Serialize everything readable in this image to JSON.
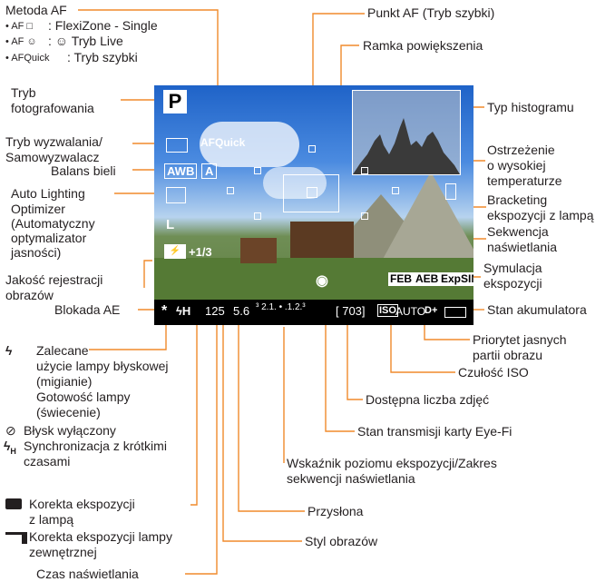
{
  "labels": {
    "metoda_af": "Metoda AF",
    "af_single_icon": "AF □",
    "af_single": ": FlexiZone - Single",
    "af_live_icon": "AF ☺",
    "af_live": ": ☺ Tryb Live",
    "af_quick_icon": "AFQuick",
    "af_quick": ": Tryb szybki",
    "punkt_af": "Punkt AF (Tryb szybki)",
    "ramka": "Ramka powiększenia",
    "tryb_fot_1": "Tryb",
    "tryb_fot_2": "fotografowania",
    "typ_hist": "Typ histogramu",
    "tryb_wyzw_1": "Tryb wyzwalania/",
    "tryb_wyzw_2": "Samowyzwalacz",
    "balans": "Balans bieli",
    "ostrz_1": "Ostrzeżenie",
    "ostrz_2": "o wysokiej",
    "ostrz_3": "temperaturze",
    "auto_1": "Auto Lighting",
    "auto_2": "Optimizer",
    "auto_3": "(Automatyczny",
    "auto_4": "optymalizator",
    "auto_5": "jasności)",
    "bracket_1": "Bracketing",
    "bracket_2": "ekspozycji z lampą",
    "sekw_1": "Sekwencja",
    "sekw_2": "naświetlania",
    "symul_1": "Symulacja",
    "symul_2": "ekspozycji",
    "jakosc_1": "Jakość rejestracji",
    "jakosc_2": "obrazów",
    "blokada": "Blokada AE",
    "stan_aku": "Stan akumulatora",
    "priorytet_1": "Priorytet jasnych",
    "priorytet_2": "partii obrazu",
    "czulosc": "Czułość ISO",
    "dostepna": "Dostępna liczba zdjęć",
    "eyefi": "Stan transmisji karty Eye-Fi",
    "wskaznik_1": "Wskaźnik poziomu ekspozycji/Zakres",
    "wskaznik_2": "sekwencji naświetlania",
    "przyslona": "Przysłona",
    "styl": "Styl obrazów",
    "czas": "Czas naświetlania",
    "zalecane_1": "Zalecane",
    "zalecane_2": "użycie lampy błyskowej",
    "zalecane_3": "(migianie)",
    "gotowosc_1": "Gotowość lampy",
    "gotowosc_2": "(świecenie)",
    "blysk": "Błysk wyłączony",
    "sync_1": "Synchronizacja z krótkimi",
    "sync_2": "czasami",
    "korekta_1": "Korekta ekspozycji",
    "korekta_2": "z lampą",
    "korekta_zew_1": "Korekta ekspozycji lampy",
    "korekta_zew_2": "zewnętrznej"
  },
  "screen": {
    "mode": "P",
    "af_mode": "AFQuick",
    "wb": "AWB",
    "style": "A",
    "quality": "L",
    "flash_comp": "+1/3",
    "feb": "FEB",
    "aeb": "AEB",
    "expsim": "ExpSIM",
    "shutter": "125",
    "aperture": "5.6",
    "scale": "³ 2.1. • .1.2.³",
    "shots": "[ 703]",
    "iso_label": "ISO",
    "iso_value": "AUTO",
    "hl_priority": "D+",
    "ae_lock": "*",
    "flash_sync": "ϟH"
  },
  "icons": {
    "flash_recommended": "lightning-icon",
    "flash_off": "flash-off-icon",
    "high_speed_sync": "high-speed-sync-icon",
    "flash_comp": "flash-compensation-icon",
    "external_flash_comp": "external-flash-compensation-icon",
    "eyefi": "eyefi-transmission-icon",
    "battery": "battery-icon",
    "temperature": "thermometer-icon"
  },
  "colors": {
    "leader_line": "#f08a2c",
    "screen_text": "#ffffff",
    "label_text": "#231f20"
  }
}
